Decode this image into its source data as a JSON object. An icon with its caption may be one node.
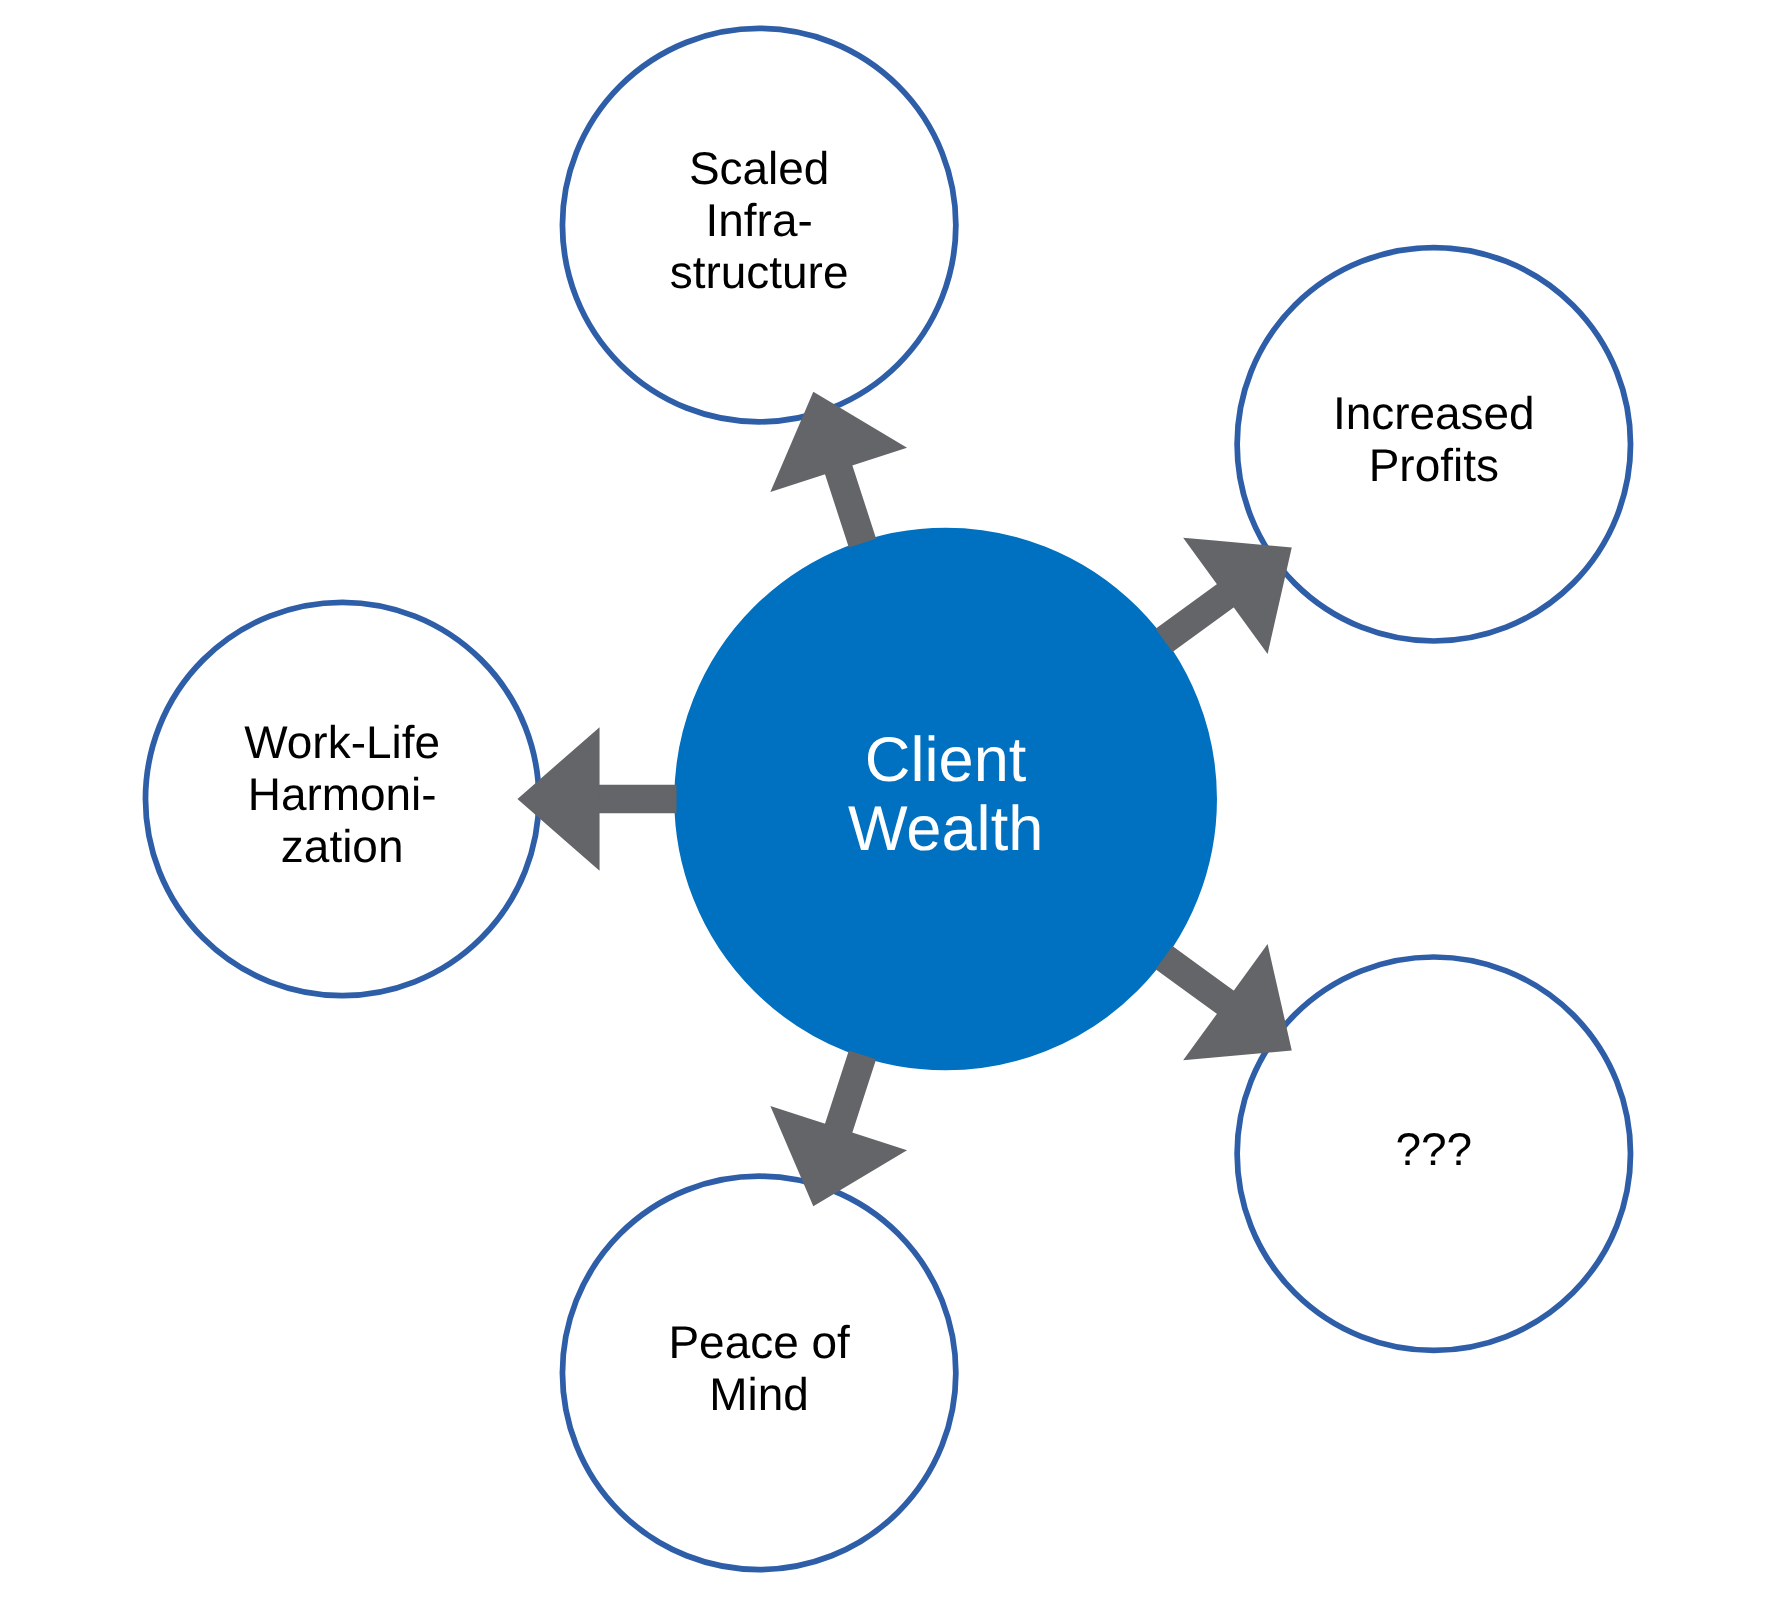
{
  "diagram": {
    "nodes": [
      {
        "text": [
          "Client Wealth"
        ]
      },
      {
        "text": [
          "Increased Profits"
        ]
      },
      {
        "text": [
          "Scaled Infra- structure"
        ]
      },
      {
        "text": [
          "Work-Life Harmoni- zation"
        ]
      },
      {
        "text": [
          "Peace of Mind"
        ]
      },
      {
        "text": [
          "???"
        ]
      }
    ],
    "edges": [
      {
        "from": 0,
        "to": 1,
        "arrow": "to"
      },
      {
        "from": 0,
        "to": 2,
        "arrow": "to"
      },
      {
        "from": 0,
        "to": 3,
        "arrow": "to"
      },
      {
        "from": 0,
        "to": 4,
        "arrow": "to"
      },
      {
        "from": 0,
        "to": 5,
        "arrow": "to"
      }
    ]
  }
}
